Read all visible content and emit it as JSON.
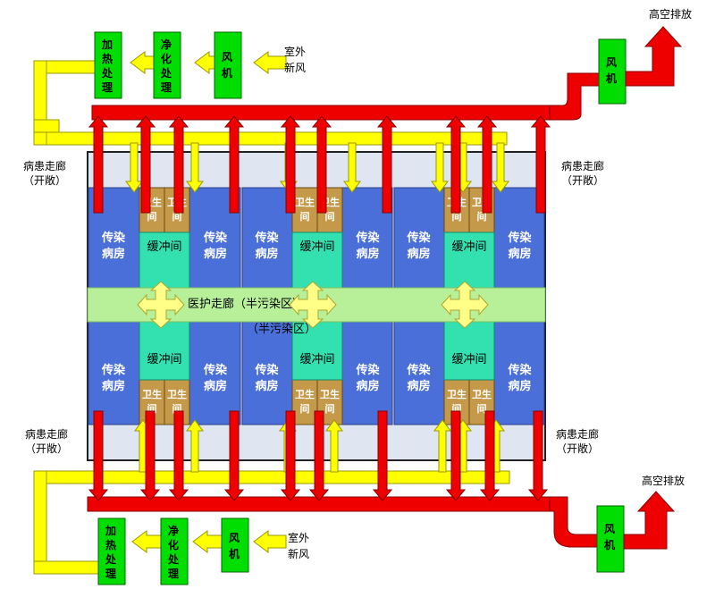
{
  "colors": {
    "supply": "#ffff00",
    "exhaust": "#ee0000",
    "equipment": "#00dd00",
    "ward": "#4a6fd8",
    "buffer": "#33e0b0",
    "washroom": "#c49a4a",
    "corridor": "#b8f09a",
    "cross_arrow": "#ffff88"
  },
  "top_supply": {
    "units": [
      "加热处理",
      "净化处理",
      "风机"
    ],
    "outdoor": "室外新风"
  },
  "bottom_supply": {
    "units": [
      "加热处理",
      "净化处理",
      "风机"
    ],
    "outdoor": "室外新风"
  },
  "top_exhaust": {
    "fan": "风机",
    "outlet": "高空排放"
  },
  "bottom_exhaust": {
    "fan": "风机",
    "outlet": "高空排放"
  },
  "patient_corridor": {
    "tl": [
      "病患走廊",
      "（开敞）"
    ],
    "tr": [
      "病患走廊",
      "（开敞）"
    ],
    "bl": [
      "病患走廊",
      "（开敞）"
    ],
    "br": [
      "病患走廊",
      "（开敞）"
    ]
  },
  "ward_label": [
    "传染",
    "病房"
  ],
  "washroom_label": [
    "卫生",
    "间"
  ],
  "buffer_label": "缓冲间",
  "medical_corridor": "医护走廊（半污染区）",
  "medical_corridor_ghost": "（半污染区）"
}
